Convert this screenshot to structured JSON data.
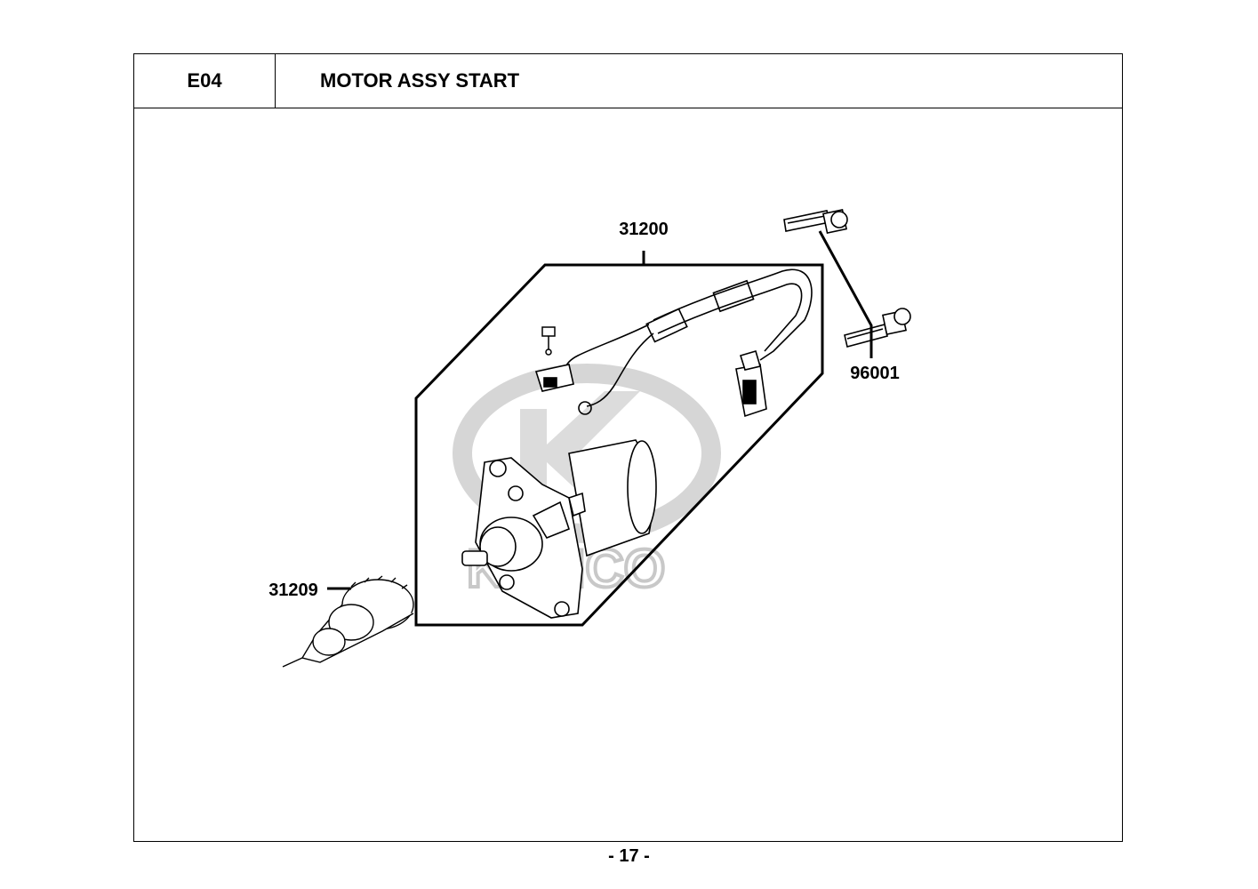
{
  "header": {
    "section_code": "E04",
    "section_title": "MOTOR ASSY START"
  },
  "diagram": {
    "watermark_text": "KYMCO",
    "callouts": [
      {
        "part_no": "31200"
      },
      {
        "part_no": "96001"
      },
      {
        "part_no": "31209"
      }
    ]
  },
  "footer": {
    "page_number": "- 17 -"
  }
}
